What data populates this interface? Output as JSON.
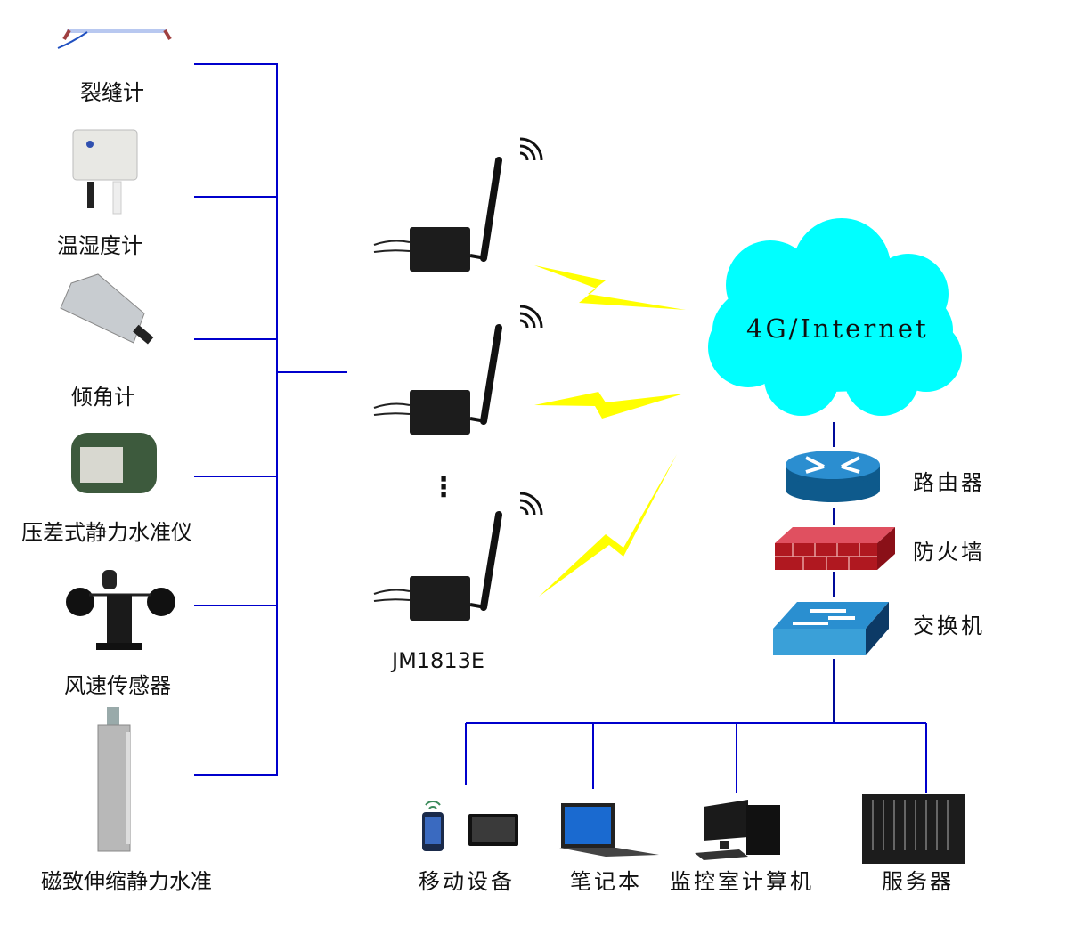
{
  "sensors": [
    {
      "name": "crack-meter",
      "label": "裂缝计"
    },
    {
      "name": "temperature-humidity-meter",
      "label": "温湿度计"
    },
    {
      "name": "inclinometer",
      "label": "倾角计"
    },
    {
      "name": "differential-pressure-hydrostatic-level",
      "label": "压差式静力水准仪"
    },
    {
      "name": "wind-speed-sensor",
      "label": "风速传感器"
    },
    {
      "name": "magnetostrictive-hydrostatic-level",
      "label": "磁致伸缩静力水准"
    }
  ],
  "gateway": {
    "label": "JM1813E",
    "ellipsis": "⋮"
  },
  "cloud": {
    "label": "4G/Internet",
    "color": "#00ffff"
  },
  "network_devices": [
    {
      "name": "router",
      "label": "路由器"
    },
    {
      "name": "firewall",
      "label": "防火墙"
    },
    {
      "name": "switch",
      "label": "交换机"
    }
  ],
  "clients": [
    {
      "name": "mobile-devices",
      "label": "移动设备"
    },
    {
      "name": "laptop",
      "label": "笔记本"
    },
    {
      "name": "monitoring-room-computer",
      "label": "监控室计算机"
    },
    {
      "name": "server",
      "label": "服务器"
    }
  ],
  "colors": {
    "link": "#0000cc",
    "lightning": "#ffff00",
    "router": "#1a7ab8",
    "firewall": "#b8202a",
    "switch": "#2a8fd0"
  }
}
